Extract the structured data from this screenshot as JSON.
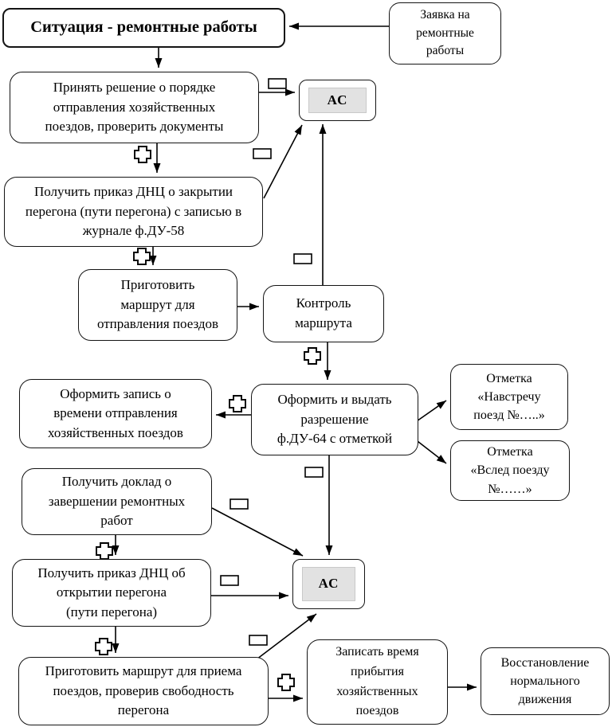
{
  "title": "Ситуация - ремонтные работы",
  "nodes": {
    "request": "Заявка на\nремонтные\nработы",
    "decide": "Принять решение о порядке\nотправления хозяйственных\nпоездов, проверить документы",
    "ac1": "АС",
    "order_close": "Получить приказ ДНЦ о закрытии\nперегона (пути перегона) с записью в\nжурнале ф.ДУ-58",
    "prepare_departure": "Приготовить\nмаршрут для\nотправления поездов",
    "route_control": "Контроль\nмаршрута",
    "record_departure": "Оформить запись о\nвремени отправления\nхозяйственных поездов",
    "issue_permit": "Оформить и выдать\nразрешение\nф.ДУ-64 с отметкой",
    "mark_oncoming": "Отметка\n«Навстречу\nпоезд №…..»",
    "mark_following": "Отметка\n«Вслед поезду\n№……»",
    "report_completion": "Получить доклад о\nзавершении ремонтных\nработ",
    "order_open": "Получить приказ ДНЦ об\nоткрытии перегона\n(пути перегона)",
    "ac2": "АС",
    "prepare_reception": "Приготовить маршрут для приема\nпоездов, проверив свободность\nперегона",
    "record_arrival": "Записать время\nприбытия\nхозяйственных\nпоездов",
    "restore": "Восстановление\nнормального\nдвижения"
  },
  "icons": {
    "document_icon": "small rectangle (document/report marker)",
    "cross_icon": "outlined plus cross (operation marker)"
  },
  "colors": {
    "line": "#000000",
    "node_border": "#141414",
    "node_fill": "#ffffff",
    "ac_fill": "#e2e2e2",
    "text": "#000000"
  }
}
